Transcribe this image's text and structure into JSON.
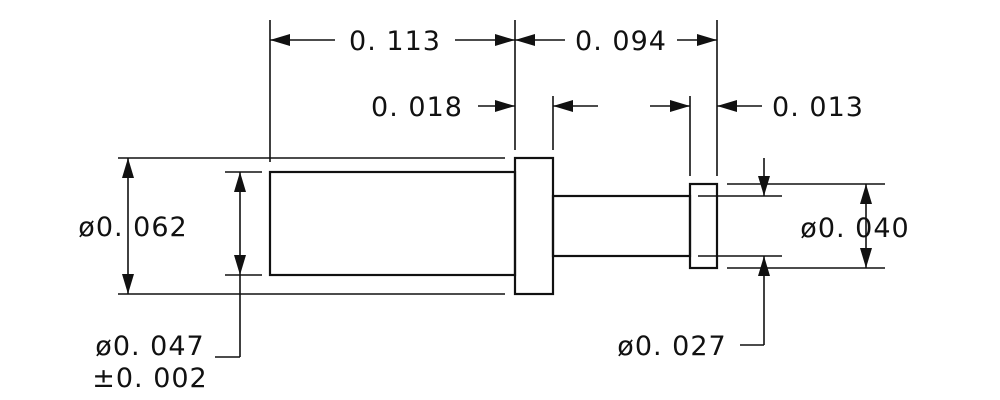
{
  "dimensions": {
    "overall_left_length": "0. 113",
    "overall_right_length": "0. 094",
    "collar_width": "0. 018",
    "tip_width": "0. 013",
    "body_outer_diameter": "ø0. 062",
    "body_inner_diameter": "ø0. 047",
    "body_inner_tolerance": "±0. 002",
    "tip_diameter": "ø0. 040",
    "shank_diameter": "ø0. 027"
  },
  "colors": {
    "line": "#111111",
    "background": "#ffffff"
  }
}
